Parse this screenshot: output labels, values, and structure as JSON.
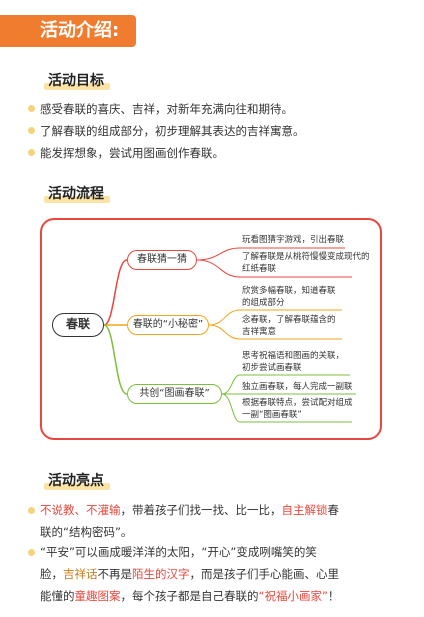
{
  "banner": {
    "title": "活动介绍:"
  },
  "goals": {
    "title": "活动目标",
    "items": [
      "感受春联的喜庆、吉祥，对新年充满向往和期待。",
      "了解春联的组成部分，初步理解其表达的吉祥寓意。",
      "能发挥想象，尝试用图画创作春联。"
    ]
  },
  "process": {
    "title": "活动流程",
    "center": "春联",
    "branches": [
      {
        "label": "春联猜一猜",
        "leaves": [
          "玩看图猜字游戏，引出春联",
          "了解春联是从桃符慢慢变成现代的",
          "红纸春联"
        ]
      },
      {
        "label": "春联的“小秘密”",
        "leaves": [
          "欣赏多幅春联，知道春联",
          "的组成部分",
          "念春联，了解春联蕴含的",
          "吉祥寓意"
        ]
      },
      {
        "label": "共创“图画春联”",
        "leaves": [
          "思考祝福语和图画的关联，",
          "初步尝试画春联",
          "独立画春联，每人完成一副联",
          "根据春联特点，尝试配对组成",
          "一副“图画春联”"
        ]
      }
    ]
  },
  "highlights": {
    "title": "活动亮点",
    "p1": {
      "a": "不说教、不灌输",
      "b": "，带着孩子们找一找、比一比，",
      "c": "自主解锁",
      "d": "春",
      "line2": "联的“结构密码”。"
    },
    "p2": {
      "line1": "“平安”可以画成暖洋洋的太阳，“开心”变成咧嘴笑的笑",
      "l2a": "脸，",
      "l2b": "吉祥话",
      "l2c": "不再是",
      "l2d": "陌生的汉字",
      "l2e": "，而是孩子们手心能画、心里",
      "l3a": "能懂的",
      "l3b": "童趣图案",
      "l3c": "，每个孩子都是自己春联的",
      "l3d": "“祝福小画家”",
      "l3e": "！"
    }
  },
  "colors": {
    "accent": "#f07c30",
    "red": "#e8473c",
    "orange": "#f2a51a",
    "green": "#7cbf3c",
    "highlight": "#fbe3a6"
  }
}
